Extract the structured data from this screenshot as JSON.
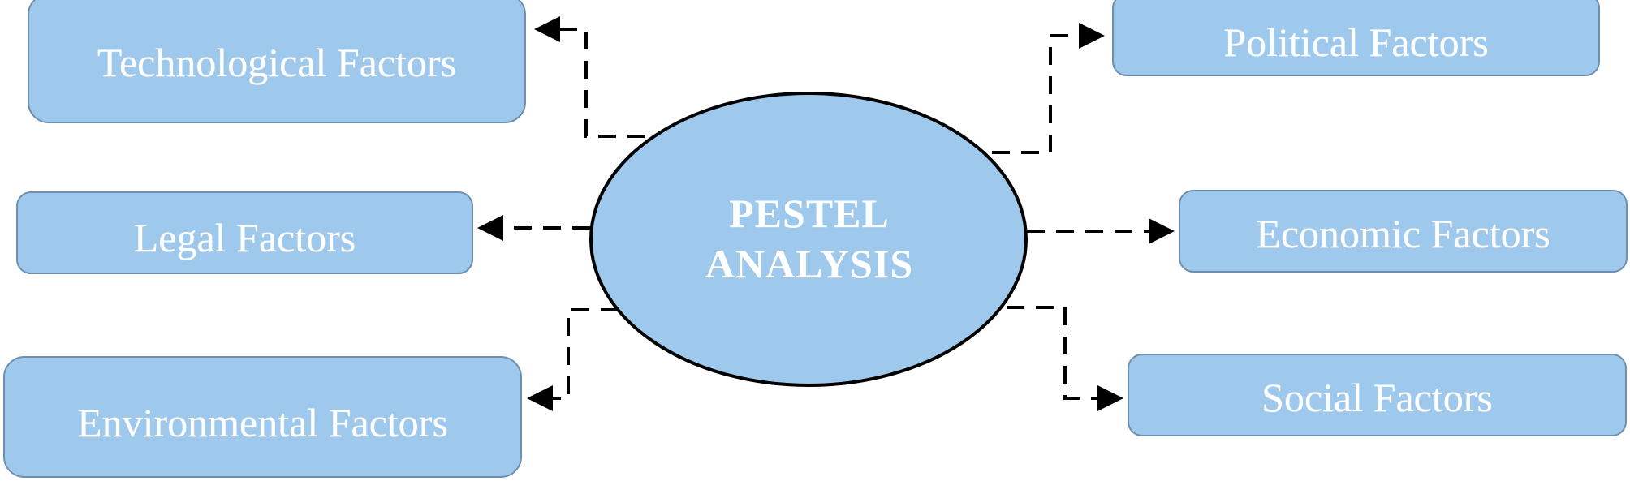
{
  "center": {
    "line1": "PESTEL",
    "line2": "ANALYSIS"
  },
  "factors": {
    "technological": "Technological Factors",
    "legal": "Legal Factors",
    "environmental": "Environmental Factors",
    "political": "Political Factors",
    "economic": "Economic Factors",
    "social": "Social Factors"
  },
  "colors": {
    "box_fill": "#9ec9ec",
    "box_border": "#6f8fae",
    "text": "#ffffff",
    "connector": "#000000"
  }
}
